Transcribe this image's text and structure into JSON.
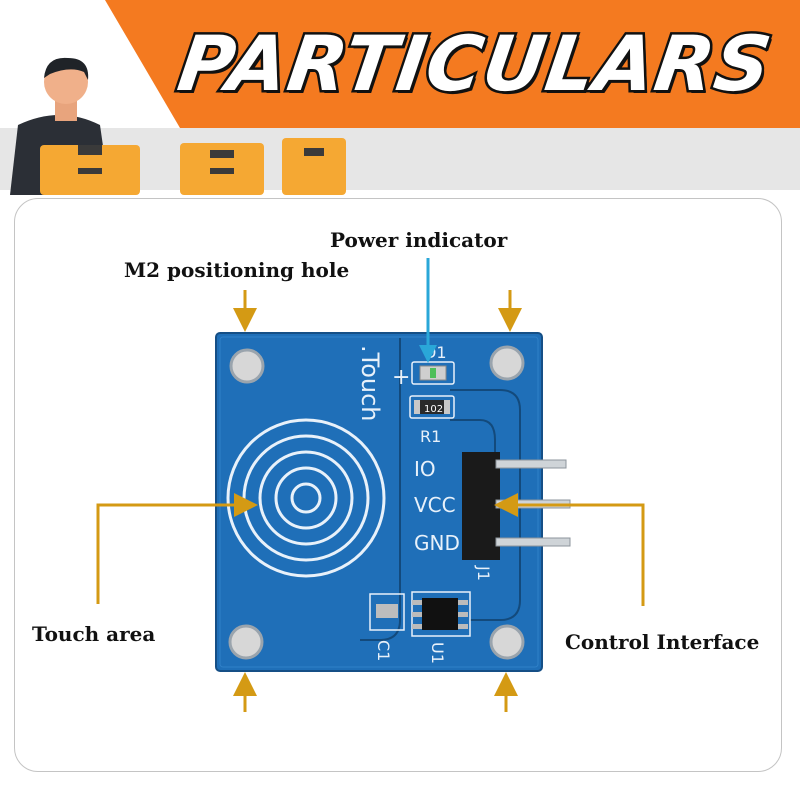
{
  "banner": {
    "title": "PARTICULARS",
    "accent_color": "#f47a20",
    "icon": "delivery-person-with-boxes"
  },
  "labels": {
    "power_indicator": "Power indicator",
    "positioning_hole": "M2 positioning hole",
    "touch_area": "Touch area",
    "control_interface": "Control Interface"
  },
  "board": {
    "color": "#1f6fb8",
    "silkscreen": {
      "touch": ".Touch",
      "plus": "+",
      "d1": "D1",
      "r1": "R1",
      "r1_value": "102",
      "io": "IO",
      "vcc": "VCC",
      "gnd": "GND",
      "j1": "J1",
      "c1": "C1",
      "u1": "U1"
    }
  },
  "colors": {
    "arrow": "#d49a14",
    "indicator_arrow": "#2aa7d8",
    "text": "#111111"
  }
}
